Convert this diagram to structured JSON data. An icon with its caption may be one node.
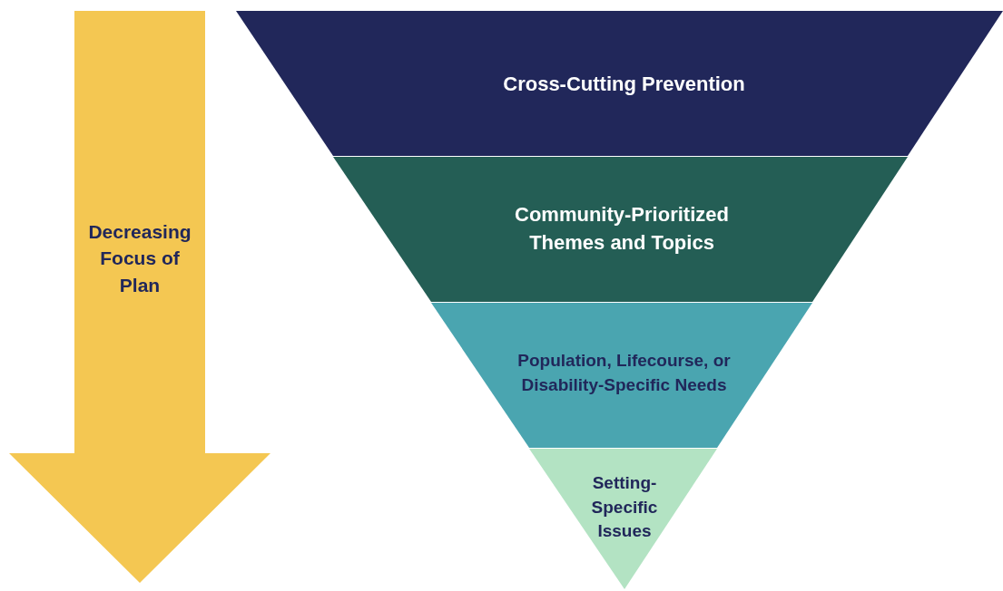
{
  "diagram": {
    "nodes": [
      {
        "text": [
          "Decreasing Focus of Plan"
        ]
      },
      {
        "text": [
          "Cross-Cutting Prevention"
        ]
      },
      {
        "text": [
          "Community-Prioritized Themes and Topics"
        ]
      },
      {
        "text": [
          "Population, Lifecourse, or Disability-Specific Needs"
        ]
      },
      {
        "text": [
          "Setting- Specific Issues"
        ]
      }
    ]
  }
}
